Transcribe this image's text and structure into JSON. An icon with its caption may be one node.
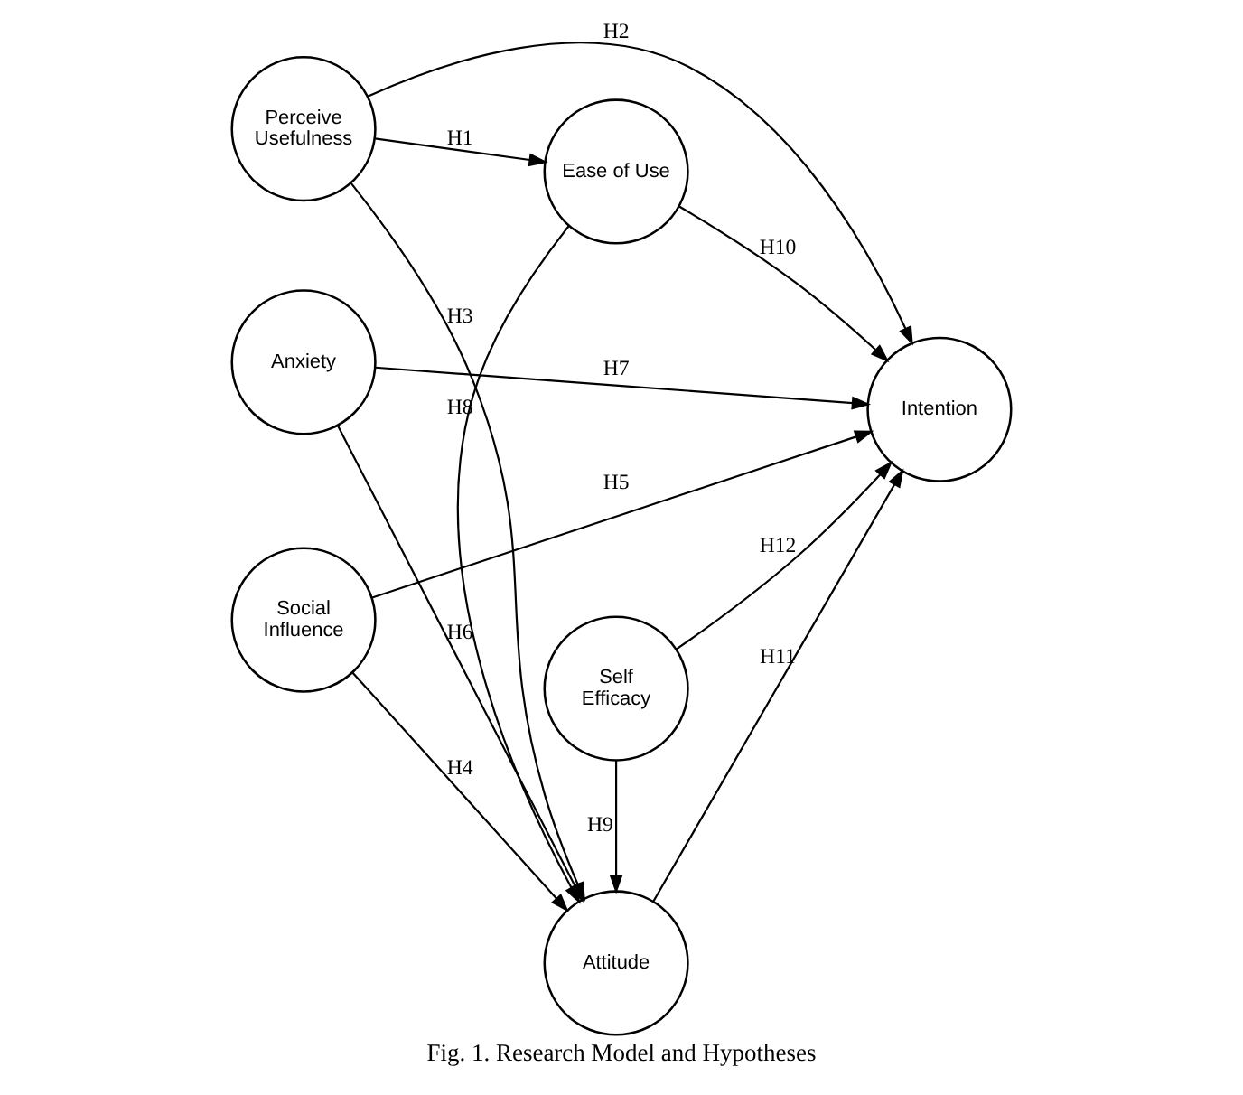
{
  "diagram": {
    "caption": "Fig. 1. Research Model and Hypotheses",
    "nodes": [
      {
        "text": [
          "Perceive Usefulness"
        ]
      },
      {
        "text": [
          "Ease of Use"
        ]
      },
      {
        "text": [
          "Social Influence"
        ]
      },
      {
        "text": [
          "Attitude"
        ]
      },
      {
        "text": [
          "Intention"
        ]
      },
      {
        "text": [
          "Anxiety"
        ]
      },
      {
        "text": [
          "Self Efficacy"
        ]
      }
    ],
    "edges": [
      {
        "from": 0,
        "to": 1,
        "arrow": "to",
        "label": "H1"
      },
      {
        "from": 0,
        "to": 4,
        "arrow": "to",
        "label": "H2"
      },
      {
        "from": 0,
        "to": 3,
        "arrow": "to",
        "label": "H3"
      },
      {
        "from": 2,
        "to": 3,
        "arrow": "to",
        "label": "H4"
      },
      {
        "from": 2,
        "to": 4,
        "arrow": "to",
        "label": "H5"
      },
      {
        "from": 5,
        "to": 3,
        "arrow": "to",
        "label": "H6"
      },
      {
        "from": 5,
        "to": 4,
        "arrow": "to",
        "label": "H7"
      },
      {
        "from": 1,
        "to": 3,
        "arrow": "to",
        "label": "H8"
      },
      {
        "from": 6,
        "to": 3,
        "arrow": "to",
        "label": "H9"
      },
      {
        "from": 1,
        "to": 4,
        "arrow": "to",
        "label": "H10"
      },
      {
        "from": 3,
        "to": 4,
        "arrow": "to",
        "label": "H11"
      },
      {
        "from": 6,
        "to": 4,
        "arrow": "to",
        "label": "H12"
      }
    ]
  }
}
